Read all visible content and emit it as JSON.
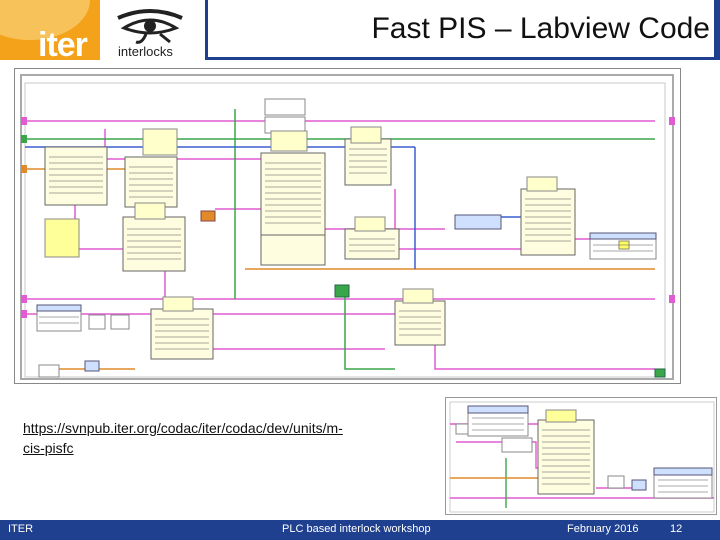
{
  "header": {
    "title": "Fast PIS – Labview Code",
    "logo_text": "iter",
    "secondary_logo_label": "interlocks"
  },
  "main": {
    "link_text": "https://svnpub.iter.org/codac/iter/codac/dev/units/m-cis-pisfc"
  },
  "footer": {
    "left": "ITER",
    "center": "PLC based interlock workshop",
    "date": "February 2016",
    "page": "12"
  },
  "colors": {
    "brand_blue": "#1f3f8f",
    "brand_orange": "#f4a21a",
    "wire_pink": "#e25bd2",
    "wire_orange": "#e08a2a",
    "wire_green": "#3aa64a",
    "wire_blue": "#3a5fcf",
    "node_fill": "#fffde0"
  }
}
